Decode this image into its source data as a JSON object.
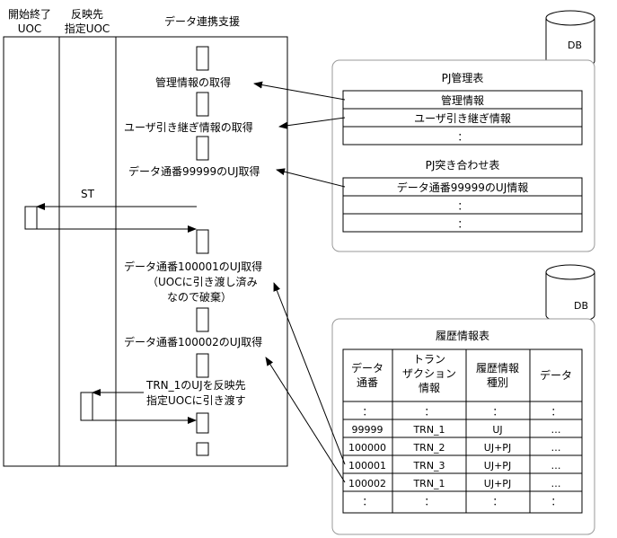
{
  "headers": {
    "col1": [
      "開始終了",
      "UOC"
    ],
    "col2": [
      "反映先",
      "指定UOC"
    ],
    "col3": "データ連携支援"
  },
  "db_label": "DB",
  "steps": [
    {
      "lines": [
        "管理情報の取得"
      ]
    },
    {
      "lines": [
        "ユーザ引き継ぎ情報の取得"
      ]
    },
    {
      "lines": [
        "データ通番99999のUJ取得"
      ]
    },
    {
      "lines": [
        "データ通番100001のUJ取得",
        "（UOCに引き渡し済み",
        "なので破棄）"
      ]
    },
    {
      "lines": [
        "データ通番100002のUJ取得"
      ]
    },
    {
      "lines": [
        "TRN_1のUJを反映先",
        "指定UOCに引き渡す"
      ]
    }
  ],
  "st_label": "ST",
  "pj_panel": {
    "table1": {
      "title": "PJ管理表",
      "rows": [
        "管理情報",
        "ユーザ引き継ぎ情報",
        "："
      ]
    },
    "table2": {
      "title": "PJ突き合わせ表",
      "rows": [
        "データ通番99999のUJ情報",
        "：",
        "："
      ]
    }
  },
  "history_panel": {
    "title": "履歴情報表",
    "headers": [
      [
        "データ",
        "通番"
      ],
      [
        "トラン",
        "ザクション",
        "情報"
      ],
      [
        "履歴情報",
        "種別"
      ],
      [
        "データ"
      ]
    ],
    "rows": [
      [
        "：",
        "：",
        "：",
        "："
      ],
      [
        "99999",
        "TRN_1",
        "UJ",
        "…"
      ],
      [
        "100000",
        "TRN_2",
        "UJ+PJ",
        "…"
      ],
      [
        "100001",
        "TRN_3",
        "UJ+PJ",
        "…"
      ],
      [
        "100002",
        "TRN_1",
        "UJ+PJ",
        "…"
      ],
      [
        "：",
        "：",
        "：",
        "："
      ]
    ]
  }
}
